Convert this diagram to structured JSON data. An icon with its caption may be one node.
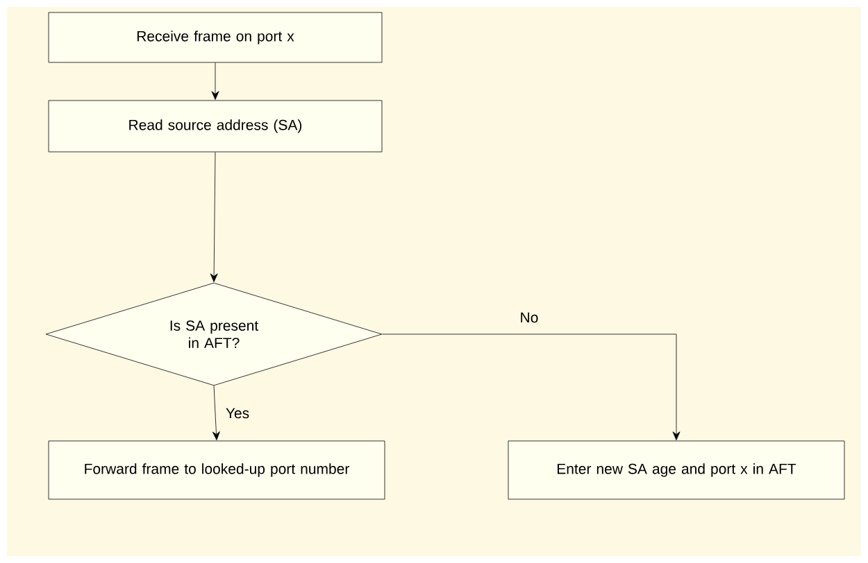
{
  "diagram": {
    "nodes": [
      {
        "text": [
          "Receive frame on port x"
        ]
      },
      {
        "text": [
          "Read source address (SA)"
        ]
      },
      {
        "text": [
          "Is SA present in AFT?"
        ]
      },
      {
        "text": [
          "Forward frame to looked-up port number"
        ]
      },
      {
        "text": [
          "Enter new SA age and port x in AFT"
        ]
      }
    ],
    "edges": [
      {
        "from": 0,
        "to": 1,
        "arrow": "to"
      },
      {
        "from": 1,
        "to": 2,
        "arrow": "to"
      },
      {
        "from": 2,
        "to": 3,
        "arrow": "to",
        "label": "Yes"
      },
      {
        "from": 2,
        "to": 4,
        "arrow": "to",
        "label": "No"
      }
    ]
  }
}
